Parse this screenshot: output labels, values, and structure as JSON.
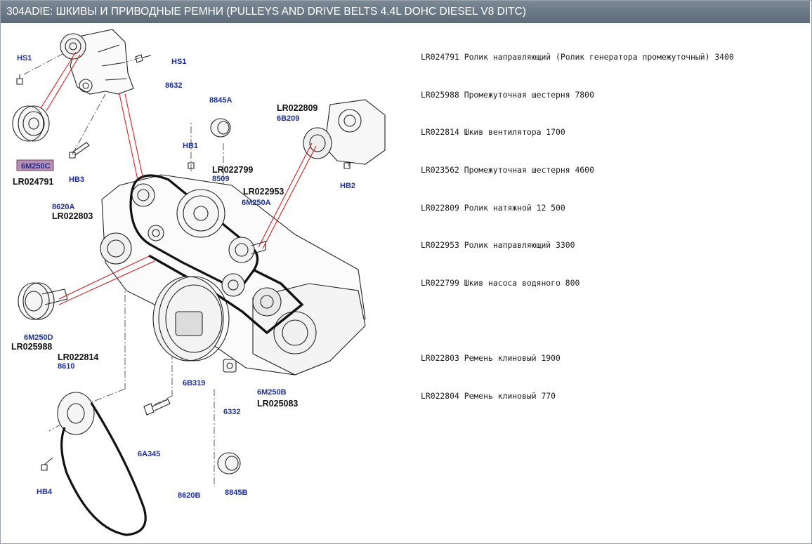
{
  "title": "304ADIE: ШКИВЫ И ПРИВОДНЫЕ РЕМНИ (PULLEYS AND DRIVE BELTS 4.4L DOHC DIESEL V8 DITC)",
  "colors": {
    "callout_code": "#1b2f9c",
    "highlight_fill": "#b98fb1",
    "leader_red": "#d42020",
    "title_bg": "#6b7886"
  },
  "callouts": {
    "hs1_left": "HS1",
    "hs1_right": "HS1",
    "c8632": "8632",
    "c8845a": "8845A",
    "c6m250c": "6M250C",
    "lr024791": "LR024791",
    "hb3": "HB3",
    "hb1": "HB1",
    "lr022799": "LR022799",
    "c8509": "8509",
    "lr022809": "LR022809",
    "c6b209": "6B209",
    "hb2": "HB2",
    "lr022953": "LR022953",
    "c6m250a": "6M250A",
    "c8620a": "8620A",
    "lr022803": "LR022803",
    "c6m250d": "6M250D",
    "lr025988": "LR025988",
    "lr022814": "LR022814",
    "c8610": "8610",
    "c6b319": "6B319",
    "c6332": "6332",
    "c6m250b": "6M250B",
    "lr025083": "LR025083",
    "c6a345": "6A345",
    "hb4": "HB4",
    "c8620b": "8620B",
    "c8845b": "8845B"
  },
  "parts_list": [
    "LR024791 Ролик направляющий (Ролик генератора промежуточный) 3400",
    "LR025988 Промежуточная шестерня 7800",
    "LR022814 Шкив вентилятора 1700",
    "LR023562 Промежуточная шестерня 4600",
    "LR022809 Ролик натяжной 12 500",
    "LR022953 Ролик направляющий 3300",
    "LR022799 Шкив насоса водяного 800"
  ],
  "belts_list": [
    "LR022803 Ремень клиновый 1900",
    "LR022804 Ремень клиновый 770"
  ]
}
